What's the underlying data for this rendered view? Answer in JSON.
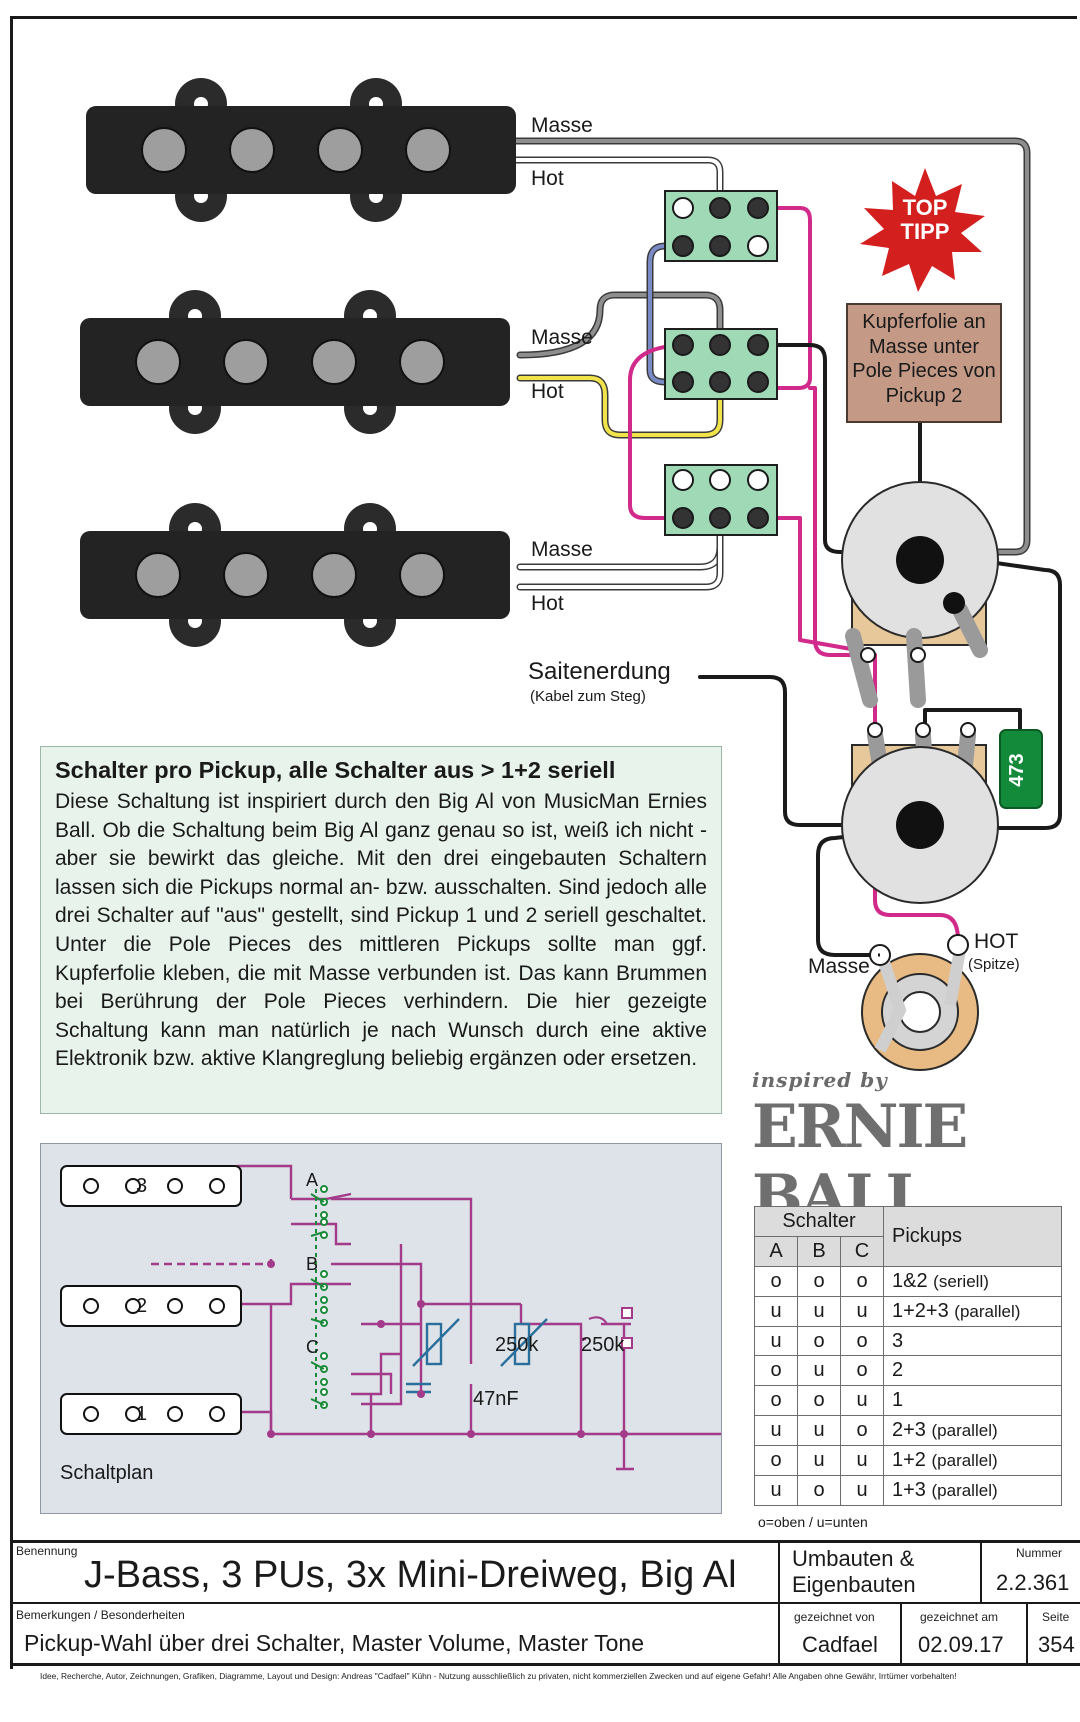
{
  "pickups": [
    {
      "masse": "Masse",
      "hot": "Hot"
    },
    {
      "masse": "Masse",
      "hot": "Hot"
    },
    {
      "masse": "Masse",
      "hot": "Hot"
    }
  ],
  "top_tipp": "TOP TIPP",
  "copper_note": "Kupferfolie an Masse unter Pole Pieces von Pickup 2",
  "saitenerdung": "Saitenerdung",
  "saitenerdung_sub": "(Kabel zum Steg)",
  "capacitor_code": "473",
  "jack": {
    "masse": "Masse",
    "hot": "HOT",
    "hot_sub": "(Spitze)"
  },
  "inspired_by": "inspired by",
  "logo_text": "ERNIE BALL",
  "description": {
    "title": "Schalter pro Pickup, alle Schalter aus > 1+2 seriell",
    "body": "Diese Schaltung ist inspiriert durch den Big Al von MusicMan Ernies Ball. Ob die Schaltung beim Big Al ganz genau so ist, weiß ich nicht - aber sie bewirkt das gleiche. Mit den drei eingebauten Schaltern lassen sich die Pickups normal an- bzw. ausschalten. Sind jedoch alle drei Schalter auf \"aus\" gestellt, sind Pickup 1 und 2 seriell geschaltet. Unter die Pole Pieces des mittleren Pickups sollte man ggf. Kupferfolie kleben, die mit Masse verbunden ist. Das kann Brummen bei Berührung der Pole Pieces verhindern. Die hier gezeigte Schaltung kann man natürlich je nach Wunsch durch eine aktive Elektronik bzw. aktive Klangreglung beliebig ergänzen oder ersetzen."
  },
  "schematic": {
    "label": "Schaltplan",
    "pickup_numbers": [
      "3",
      "2",
      "1"
    ],
    "switches": [
      "A",
      "B",
      "C"
    ],
    "pot1": "250k",
    "pot2": "250k",
    "cap": "47nF"
  },
  "table": {
    "header_schalter": "Schalter",
    "header_pickups": "Pickups",
    "cols": [
      "A",
      "B",
      "C"
    ],
    "rows": [
      {
        "a": "o",
        "b": "o",
        "c": "o",
        "main": "1&2",
        "sub": "(seriell)"
      },
      {
        "a": "u",
        "b": "u",
        "c": "u",
        "main": "1+2+3",
        "sub": "(parallel)"
      },
      {
        "a": "u",
        "b": "o",
        "c": "o",
        "main": "3",
        "sub": ""
      },
      {
        "a": "o",
        "b": "u",
        "c": "o",
        "main": "2",
        "sub": ""
      },
      {
        "a": "o",
        "b": "o",
        "c": "u",
        "main": "1",
        "sub": ""
      },
      {
        "a": "u",
        "b": "u",
        "c": "o",
        "main": "2+3",
        "sub": "(parallel)"
      },
      {
        "a": "o",
        "b": "u",
        "c": "u",
        "main": "1+2",
        "sub": "(parallel)"
      },
      {
        "a": "u",
        "b": "o",
        "c": "u",
        "main": "1+3",
        "sub": "(parallel)"
      }
    ],
    "legend": "o=oben / u=unten"
  },
  "titleblock": {
    "benennung_label": "Benennung",
    "benennung": "J-Bass, 3 PUs, 3x Mini-Dreiweg, Big Al",
    "category_line1": "Umbauten &",
    "category_line2": "Eigenbauten",
    "nummer_label": "Nummer",
    "nummer": "2.2.361",
    "bemerkungen_label": "Bemerkungen / Besonderheiten",
    "bemerkungen": "Pickup-Wahl über drei Schalter, Master Volume, Master Tone",
    "gez_von_label": "gezeichnet von",
    "gez_von": "Cadfael",
    "gez_am_label": "gezeichnet am",
    "gez_am": "02.09.17",
    "seite_label": "Seite",
    "seite": "354"
  },
  "footer": "Idee, Recherche, Autor, Zeichnungen, Grafiken, Diagramme, Layout und Design: Andreas \"Cadfael\" Kühn  -  Nutzung ausschließlich zu privaten, nicht kommerziellen Zwecken und auf eigene Gefahr! Alle Angaben ohne Gewähr, Irrtümer vorbehalten!"
}
